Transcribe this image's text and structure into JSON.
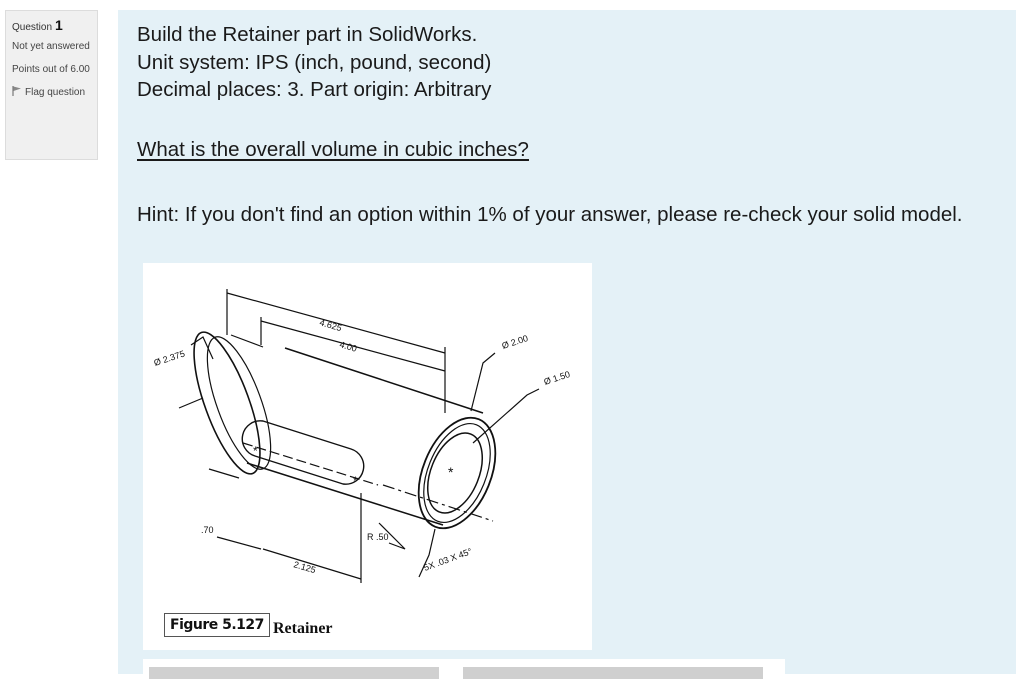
{
  "question_info": {
    "number_label": "Question",
    "number": "1",
    "state": "Not yet answered",
    "grade": "Points out of 6.00",
    "flag_label": "Flag question",
    "flag_icon": "flag-icon"
  },
  "question": {
    "line1": "Build the Retainer part in SolidWorks.",
    "line2": "Unit system: IPS (inch, pound, second)",
    "line3": "Decimal places: 3. Part origin: Arbitrary",
    "prompt": "What is the overall volume in cubic inches?",
    "hint": "Hint: If you don't find an option within 1% of your answer, please re-check your solid model."
  },
  "figure": {
    "number": "Figure 5.127",
    "caption": "Retainer",
    "dims": {
      "overall_length": "4.625",
      "body_length": "4.00",
      "flange_dia": "Ø 2.375",
      "outer_dia": "Ø 2.00",
      "inner_dia": "Ø 1.50",
      "flange_thk": ".70",
      "slot_len": "2.125",
      "slot_radius": "R .50",
      "chamfer": "5X .03 X 45°"
    }
  },
  "colors": {
    "content_bg": "#e4f1f7",
    "info_bg": "#f0f0f0"
  }
}
